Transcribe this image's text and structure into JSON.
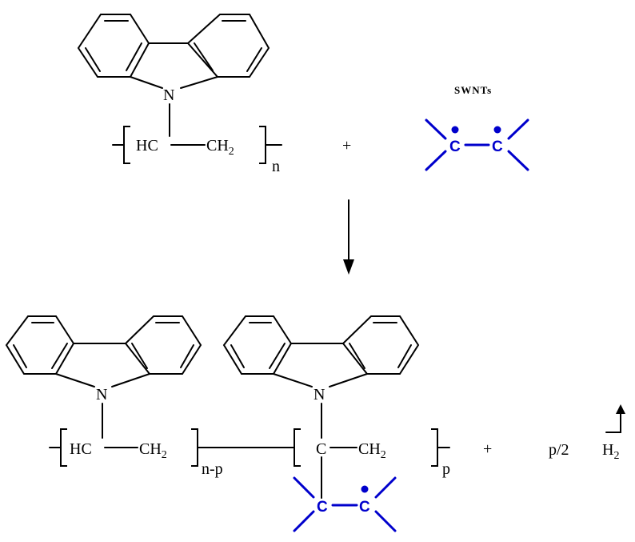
{
  "colors": {
    "ink": "#000000",
    "swnt_accent": "#0000cc",
    "background": "#ffffff"
  },
  "reactant": {
    "nitrogen": "N",
    "backbone_ch": "HC",
    "backbone_ch2_base": "CH",
    "backbone_ch2_sub": "2",
    "repeat_subscript": "n"
  },
  "plus_1": "+",
  "swnt": {
    "label": "SWNTs",
    "carbon_left": "C",
    "carbon_right": "C"
  },
  "product": {
    "unit1_nitrogen": "N",
    "unit1_ch": "HC",
    "unit1_ch2_base": "CH",
    "unit1_ch2_sub": "2",
    "unit1_subscript": "n-p",
    "unit2_nitrogen": "N",
    "unit2_c": "C",
    "unit2_ch2_base": "CH",
    "unit2_ch2_sub": "2",
    "unit2_subscript": "p",
    "swnt_carbon_left": "C",
    "swnt_carbon_right": "C"
  },
  "plus_2": "+",
  "byproduct": {
    "coefficient": "p/2",
    "h2_base": "H",
    "h2_sub": "2"
  }
}
